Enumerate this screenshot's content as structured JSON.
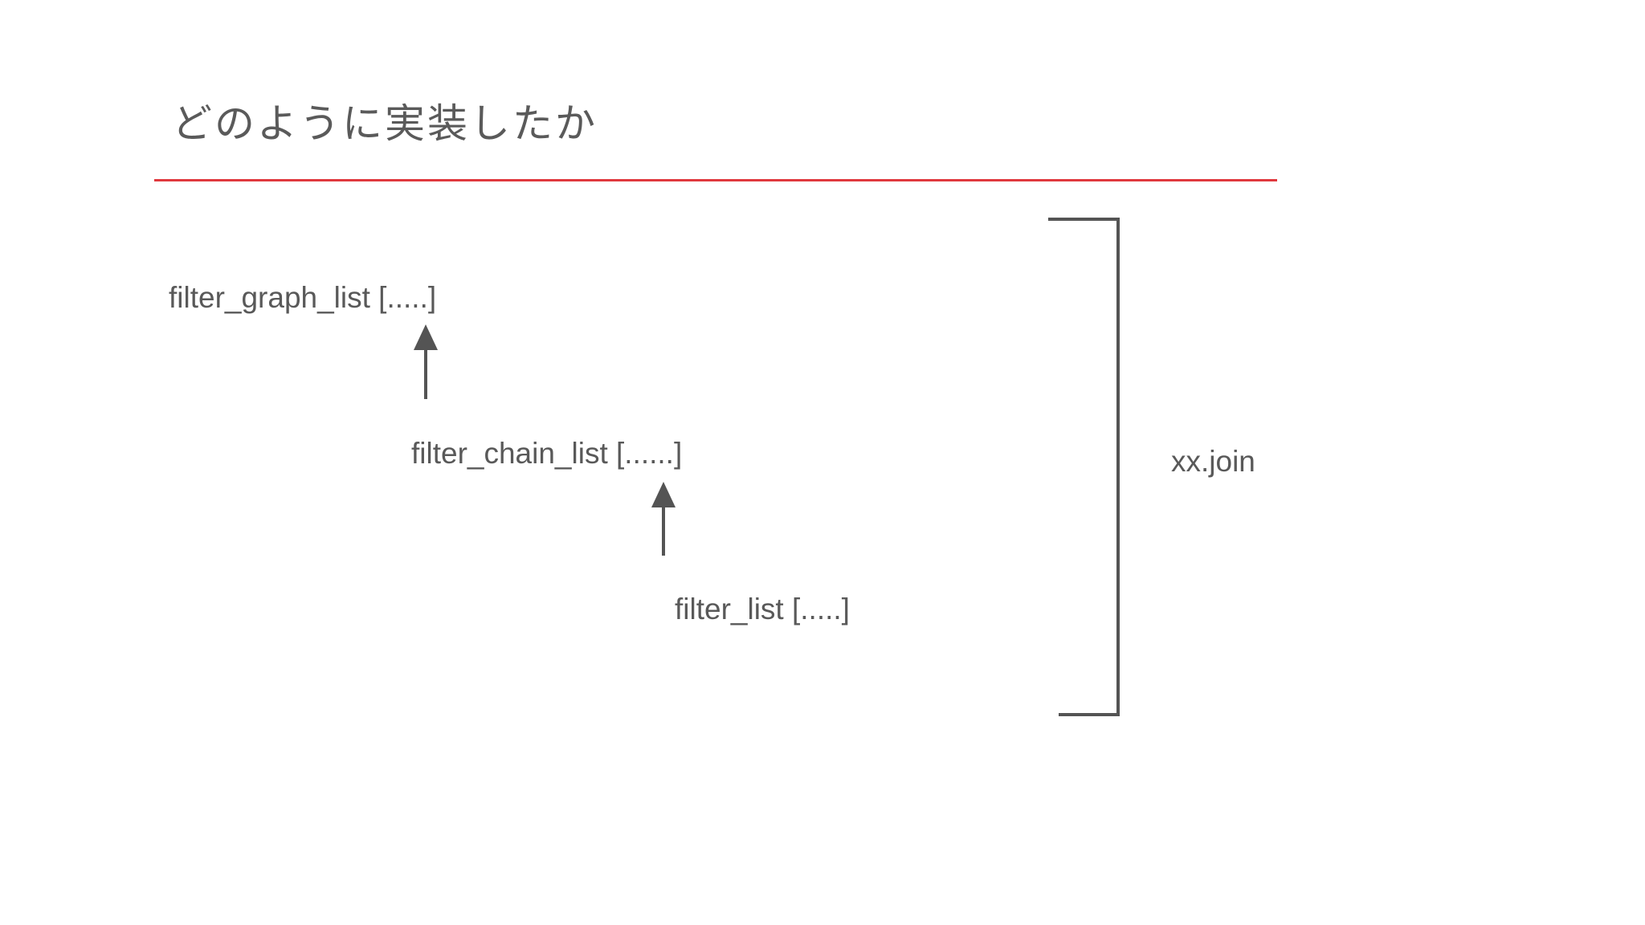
{
  "slide": {
    "background_color": "#ffffff",
    "title": "どのように実装したか",
    "title_color": "#5a5a5a",
    "rule_color": "#e0393e"
  },
  "diagram": {
    "text_color": "#595959",
    "stroke_color": "#545454",
    "nodes": [
      {
        "id": "filter_graph_list",
        "label": "filter_graph_list [.....]"
      },
      {
        "id": "filter_chain_list",
        "label": "filter_chain_list [......]"
      },
      {
        "id": "filter_list",
        "label": "filter_list [.....]"
      }
    ],
    "brace_label": "xx.join",
    "arrows": [
      {
        "id": "arrow-filter-list-to-chain",
        "direction": "up"
      },
      {
        "id": "arrow-chain-to-graph",
        "direction": "up"
      }
    ]
  }
}
